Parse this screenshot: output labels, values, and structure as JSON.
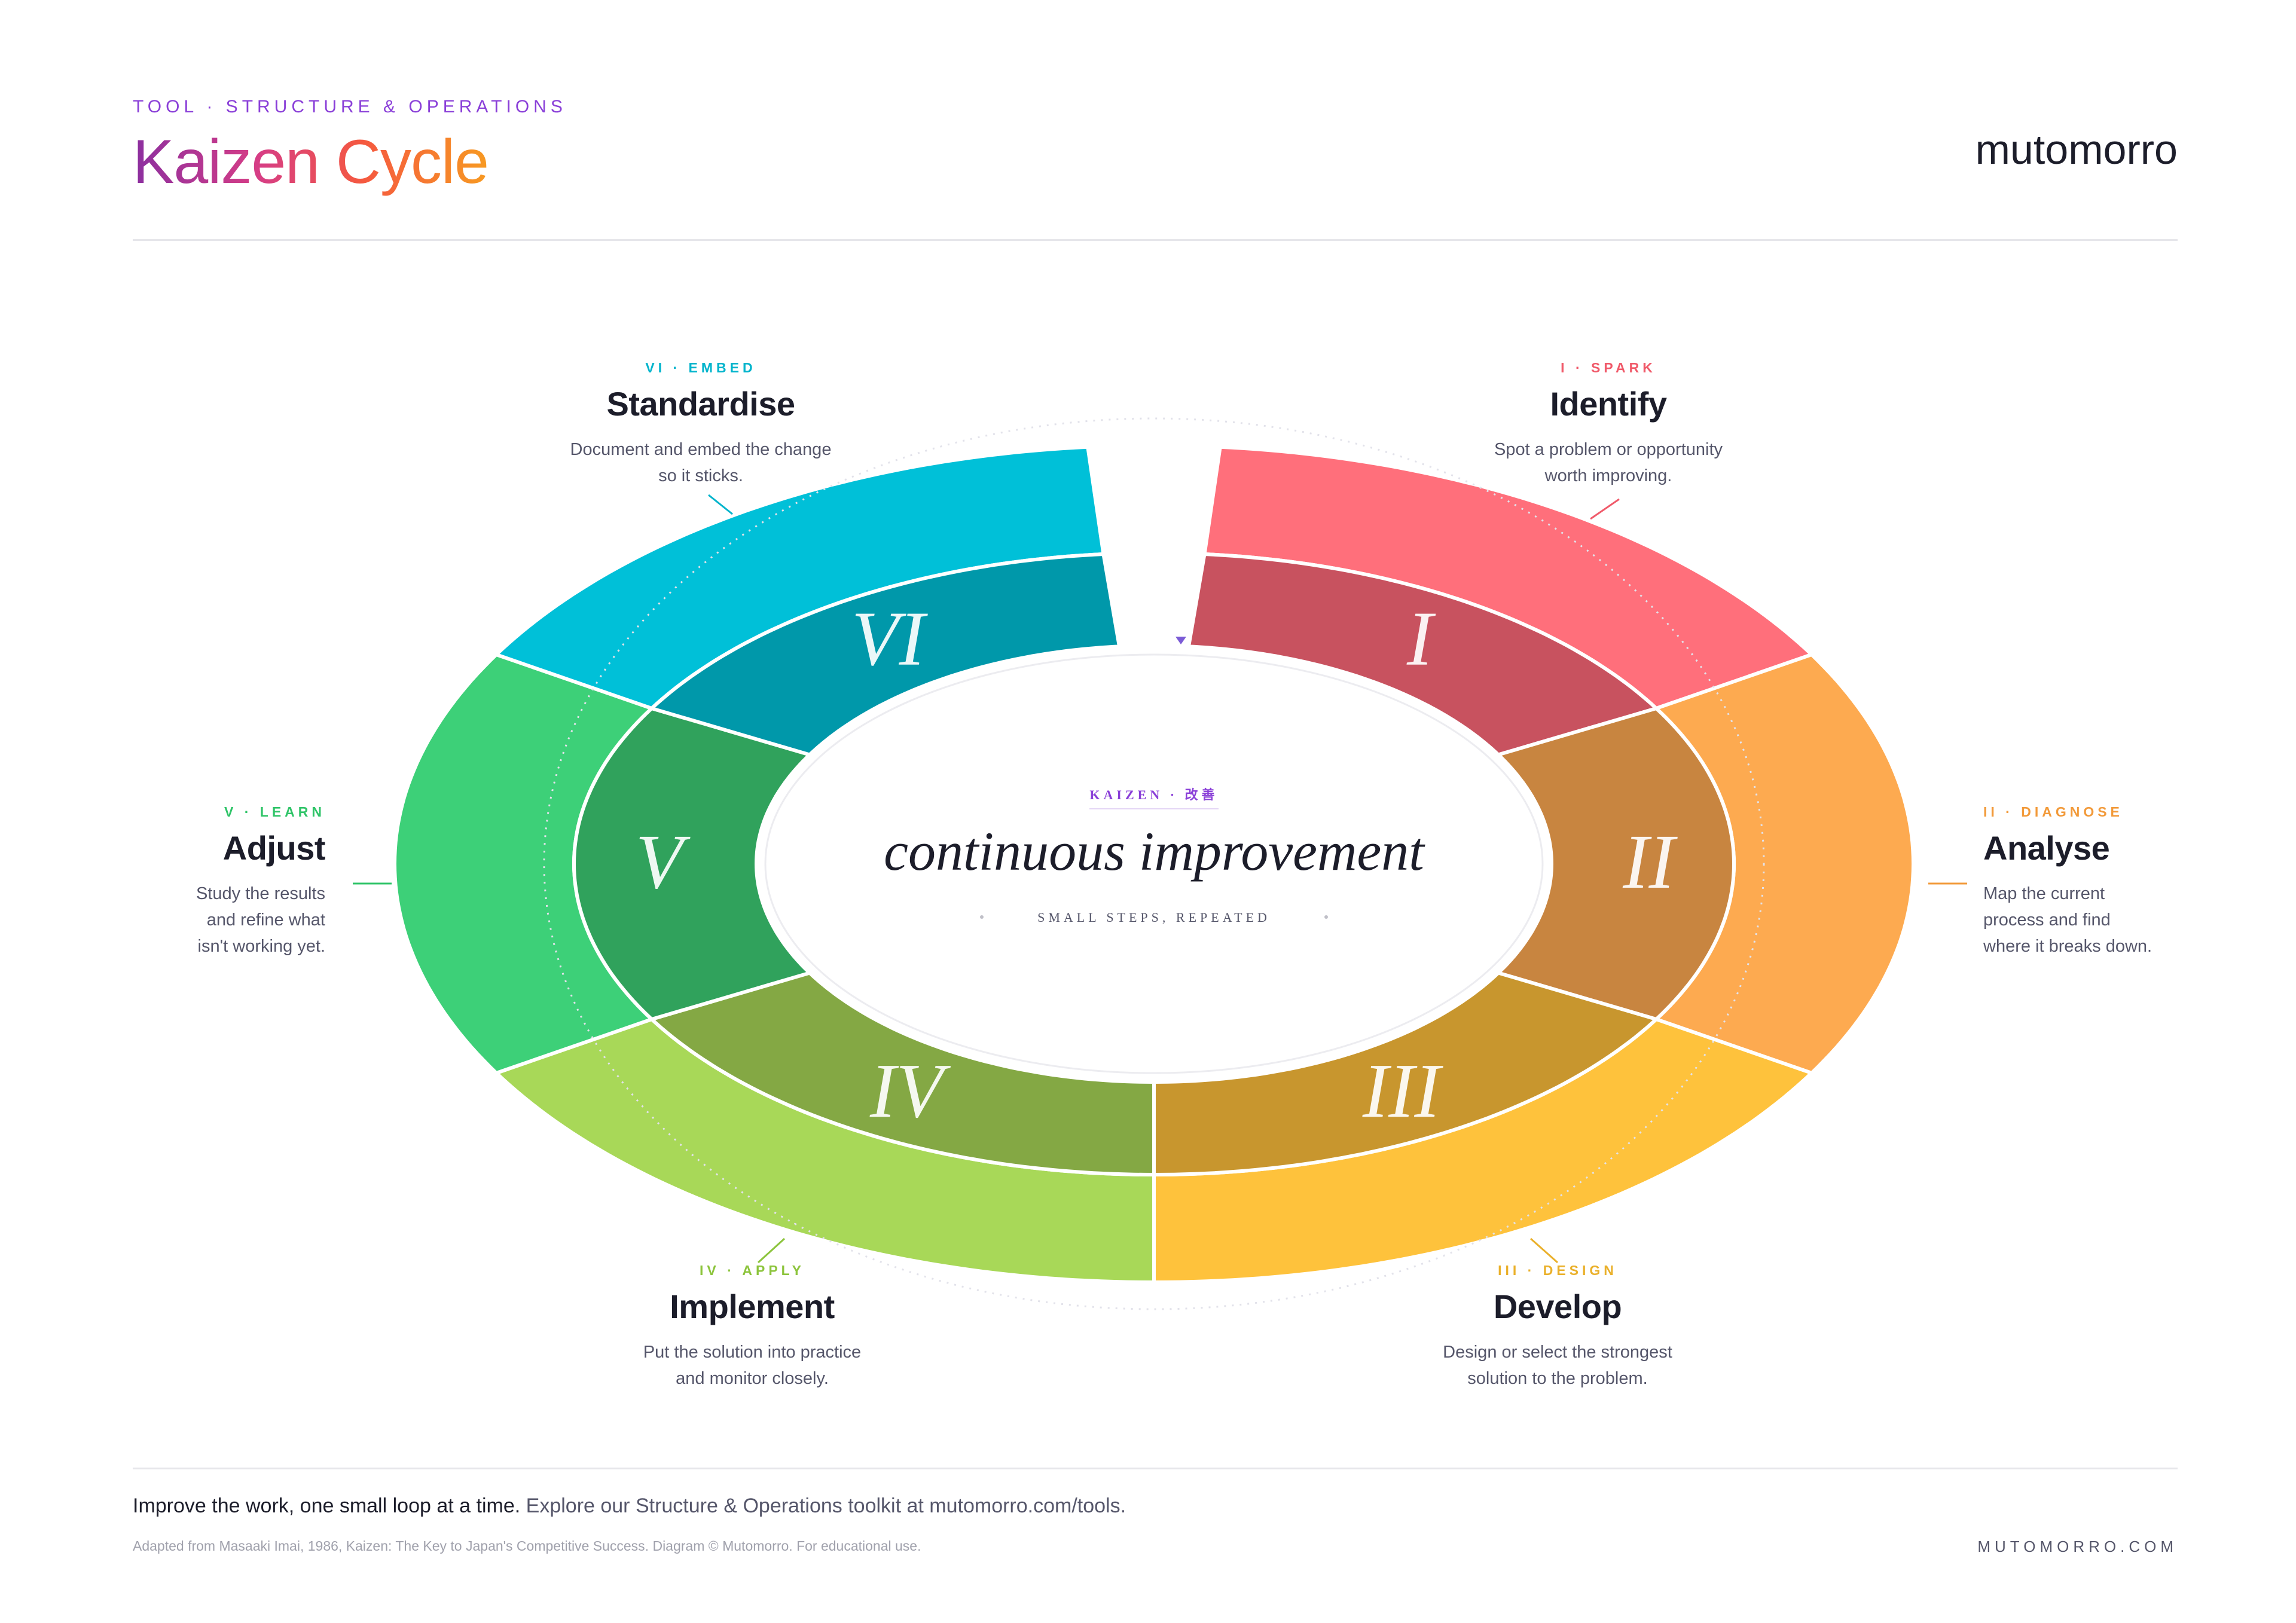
{
  "header": {
    "eyebrow": "TOOL · STRUCTURE & OPERATIONS",
    "title": "Kaizen Cycle",
    "brand": "mutomorro"
  },
  "center": {
    "kicker": "KAIZEN · 改善",
    "title": "continuous improvement",
    "subtitle": "SMALL STEPS, REPEATED"
  },
  "stages": [
    {
      "numeral": "I",
      "tag": "I · SPARK",
      "heading": "Identify",
      "desc": [
        "Spot a problem or opportunity",
        "worth improving."
      ],
      "color": "#ff6f7b",
      "inner": "#c8525f",
      "text": "#f05a6a"
    },
    {
      "numeral": "II",
      "tag": "II · DIAGNOSE",
      "heading": "Analyse",
      "desc": [
        "Map the current",
        "process and find",
        "where it breaks down."
      ],
      "color": "#fdaa50",
      "inner": "#c88540",
      "text": "#f29a3a"
    },
    {
      "numeral": "III",
      "tag": "III · DESIGN",
      "heading": "Develop",
      "desc": [
        "Design or select the strongest",
        "solution to the problem."
      ],
      "color": "#fec23c",
      "inner": "#c8962e",
      "text": "#eab02a"
    },
    {
      "numeral": "IV",
      "tag": "IV · APPLY",
      "heading": "Implement",
      "desc": [
        "Put the solution into practice",
        "and monitor closely."
      ],
      "color": "#a8d858",
      "inner": "#84a844",
      "text": "#8cc43c"
    },
    {
      "numeral": "V",
      "tag": "V · LEARN",
      "heading": "Adjust",
      "desc": [
        "Study the results",
        "and refine what",
        "isn't working yet."
      ],
      "color": "#3dd078",
      "inner": "#30a25c",
      "text": "#2fc468"
    },
    {
      "numeral": "VI",
      "tag": "VI · EMBED",
      "heading": "Standardise",
      "desc": [
        "Document and embed the change",
        "so it sticks."
      ],
      "color": "#00c0d8",
      "inner": "#0098aa",
      "text": "#00b4cc"
    }
  ],
  "footer": {
    "lead": "Improve the work, one small loop at a time.",
    "rest": "Explore our Structure & Operations toolkit at mutomorro.com/tools.",
    "credit": "Adapted from Masaaki Imai, 1986, Kaizen: The Key to Japan's Competitive Success. Diagram © Mutomorro. For educational use.",
    "brand": "MUTOMORRO.COM"
  }
}
